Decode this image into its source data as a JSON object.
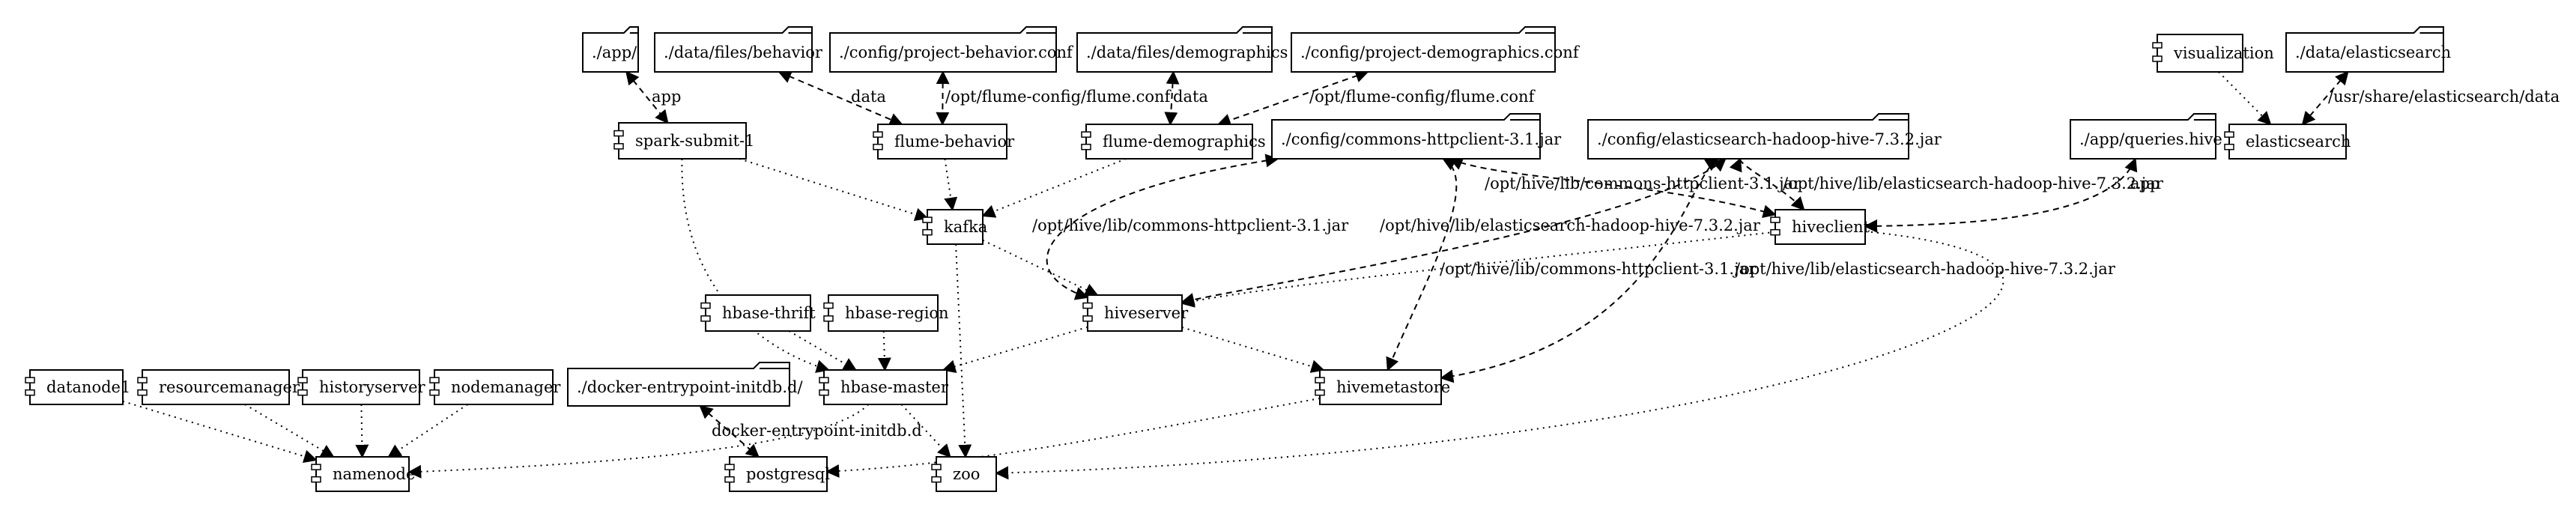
{
  "nodes": [
    {
      "id": "app",
      "label": "./app/",
      "kind": "folder"
    },
    {
      "id": "data_behavior",
      "label": "./data/files/behavior",
      "kind": "folder"
    },
    {
      "id": "conf_behavior",
      "label": "./config/project-behavior.conf",
      "kind": "folder"
    },
    {
      "id": "data_demo",
      "label": "./data/files/demographics",
      "kind": "folder"
    },
    {
      "id": "conf_demo",
      "label": "./config/project-demographics.conf",
      "kind": "folder"
    },
    {
      "id": "visualization",
      "label": "visualization",
      "kind": "component"
    },
    {
      "id": "data_es",
      "label": "./data/elasticsearch",
      "kind": "folder"
    },
    {
      "id": "spark",
      "label": "spark-submit-1",
      "kind": "component"
    },
    {
      "id": "flume_behavior",
      "label": "flume-behavior",
      "kind": "component"
    },
    {
      "id": "flume_demo",
      "label": "flume-demographics",
      "kind": "component"
    },
    {
      "id": "httpclient",
      "label": "./config/commons-httpclient-3.1.jar",
      "kind": "folder"
    },
    {
      "id": "eshadoop",
      "label": "./config/elasticsearch-hadoop-hive-7.3.2.jar",
      "kind": "folder"
    },
    {
      "id": "queries",
      "label": "./app/queries.hive",
      "kind": "folder"
    },
    {
      "id": "elasticsearch",
      "label": "elasticsearch",
      "kind": "component"
    },
    {
      "id": "kafka",
      "label": "kafka",
      "kind": "component"
    },
    {
      "id": "hiveclient",
      "label": "hiveclient",
      "kind": "component"
    },
    {
      "id": "hiveserver",
      "label": "hiveserver",
      "kind": "component"
    },
    {
      "id": "hbase_thrift",
      "label": "hbase-thrift",
      "kind": "component"
    },
    {
      "id": "hbase_region",
      "label": "hbase-region",
      "kind": "component"
    },
    {
      "id": "datanode1",
      "label": "datanode1",
      "kind": "component"
    },
    {
      "id": "resourcemanager",
      "label": "resourcemanager",
      "kind": "component"
    },
    {
      "id": "historyserver",
      "label": "historyserver",
      "kind": "component"
    },
    {
      "id": "nodemanager",
      "label": "nodemanager",
      "kind": "component"
    },
    {
      "id": "initdb",
      "label": "./docker-entrypoint-initdb.d/",
      "kind": "folder"
    },
    {
      "id": "hbase_master",
      "label": "hbase-master",
      "kind": "component"
    },
    {
      "id": "hivemetastore",
      "label": "hivemetastore",
      "kind": "component"
    },
    {
      "id": "namenode",
      "label": "namenode",
      "kind": "component"
    },
    {
      "id": "postgresql",
      "label": "postgresql",
      "kind": "component"
    },
    {
      "id": "zoo",
      "label": "zoo",
      "kind": "component"
    }
  ],
  "edges": [
    {
      "from": "app",
      "to": "spark",
      "style": "dashed",
      "label": "app"
    },
    {
      "from": "data_behavior",
      "to": "flume_behavior",
      "style": "dashed",
      "label": "data"
    },
    {
      "from": "conf_behavior",
      "to": "flume_behavior",
      "style": "dashed",
      "label": "/opt/flume-config/flume.conf"
    },
    {
      "from": "data_demo",
      "to": "flume_demo",
      "style": "dashed",
      "label": "data"
    },
    {
      "from": "conf_demo",
      "to": "flume_demo",
      "style": "dashed",
      "label": "/opt/flume-config/flume.conf"
    },
    {
      "from": "visualization",
      "to": "elasticsearch",
      "style": "dotted",
      "label": ""
    },
    {
      "from": "data_es",
      "to": "elasticsearch",
      "style": "dashed",
      "label": "/usr/share/elasticsearch/data"
    },
    {
      "from": "spark",
      "to": "kafka",
      "style": "dotted",
      "label": ""
    },
    {
      "from": "spark",
      "to": "hbase_master",
      "style": "dotted",
      "label": ""
    },
    {
      "from": "flume_behavior",
      "to": "kafka",
      "style": "dotted",
      "label": ""
    },
    {
      "from": "flume_demo",
      "to": "kafka",
      "style": "dotted",
      "label": ""
    },
    {
      "from": "httpclient",
      "to": "hiveserver",
      "style": "dashed",
      "label": "/opt/hive/lib/commons-httpclient-3.1.jar"
    },
    {
      "from": "eshadoop",
      "to": "hiveserver",
      "style": "dashed",
      "label": "/opt/hive/lib/elasticsearch-hadoop-hive-7.3.2.jar"
    },
    {
      "from": "httpclient",
      "to": "hiveclient",
      "style": "dashed",
      "label": "/opt/hive/lib/commons-httpclient-3.1.jar"
    },
    {
      "from": "eshadoop",
      "to": "hiveclient",
      "style": "dashed",
      "label": "/opt/hive/lib/elasticsearch-hadoop-hive-7.3.2.jar"
    },
    {
      "from": "httpclient",
      "to": "hivemetastore",
      "style": "dashed",
      "label": "/opt/hive/lib/commons-httpclient-3.1.jar"
    },
    {
      "from": "eshadoop",
      "to": "hivemetastore",
      "style": "dashed",
      "label": "/opt/hive/lib/elasticsearch-hadoop-hive-7.3.2.jar"
    },
    {
      "from": "queries",
      "to": "hiveclient",
      "style": "dashed",
      "label": "app"
    },
    {
      "from": "kafka",
      "to": "hiveserver",
      "style": "dotted",
      "label": ""
    },
    {
      "from": "kafka",
      "to": "zoo",
      "style": "dotted",
      "label": ""
    },
    {
      "from": "hiveclient",
      "to": "hiveserver",
      "style": "dotted",
      "label": ""
    },
    {
      "from": "hiveclient",
      "to": "zoo",
      "style": "dotted",
      "label": ""
    },
    {
      "from": "hiveserver",
      "to": "hbase_master",
      "style": "dotted",
      "label": ""
    },
    {
      "from": "hiveserver",
      "to": "hivemetastore",
      "style": "dotted",
      "label": ""
    },
    {
      "from": "hbase_thrift",
      "to": "hbase_master",
      "style": "dotted",
      "label": ""
    },
    {
      "from": "hbase_region",
      "to": "hbase_master",
      "style": "dotted",
      "label": ""
    },
    {
      "from": "datanode1",
      "to": "namenode",
      "style": "dotted",
      "label": ""
    },
    {
      "from": "resourcemanager",
      "to": "namenode",
      "style": "dotted",
      "label": ""
    },
    {
      "from": "historyserver",
      "to": "namenode",
      "style": "dotted",
      "label": ""
    },
    {
      "from": "nodemanager",
      "to": "namenode",
      "style": "dotted",
      "label": ""
    },
    {
      "from": "initdb",
      "to": "postgresql",
      "style": "dashed",
      "label": "docker-entrypoint-initdb.d"
    },
    {
      "from": "hbase_master",
      "to": "namenode",
      "style": "dotted",
      "label": ""
    },
    {
      "from": "hbase_master",
      "to": "zoo",
      "style": "dotted",
      "label": ""
    },
    {
      "from": "hivemetastore",
      "to": "postgresql",
      "style": "dotted",
      "label": ""
    }
  ]
}
